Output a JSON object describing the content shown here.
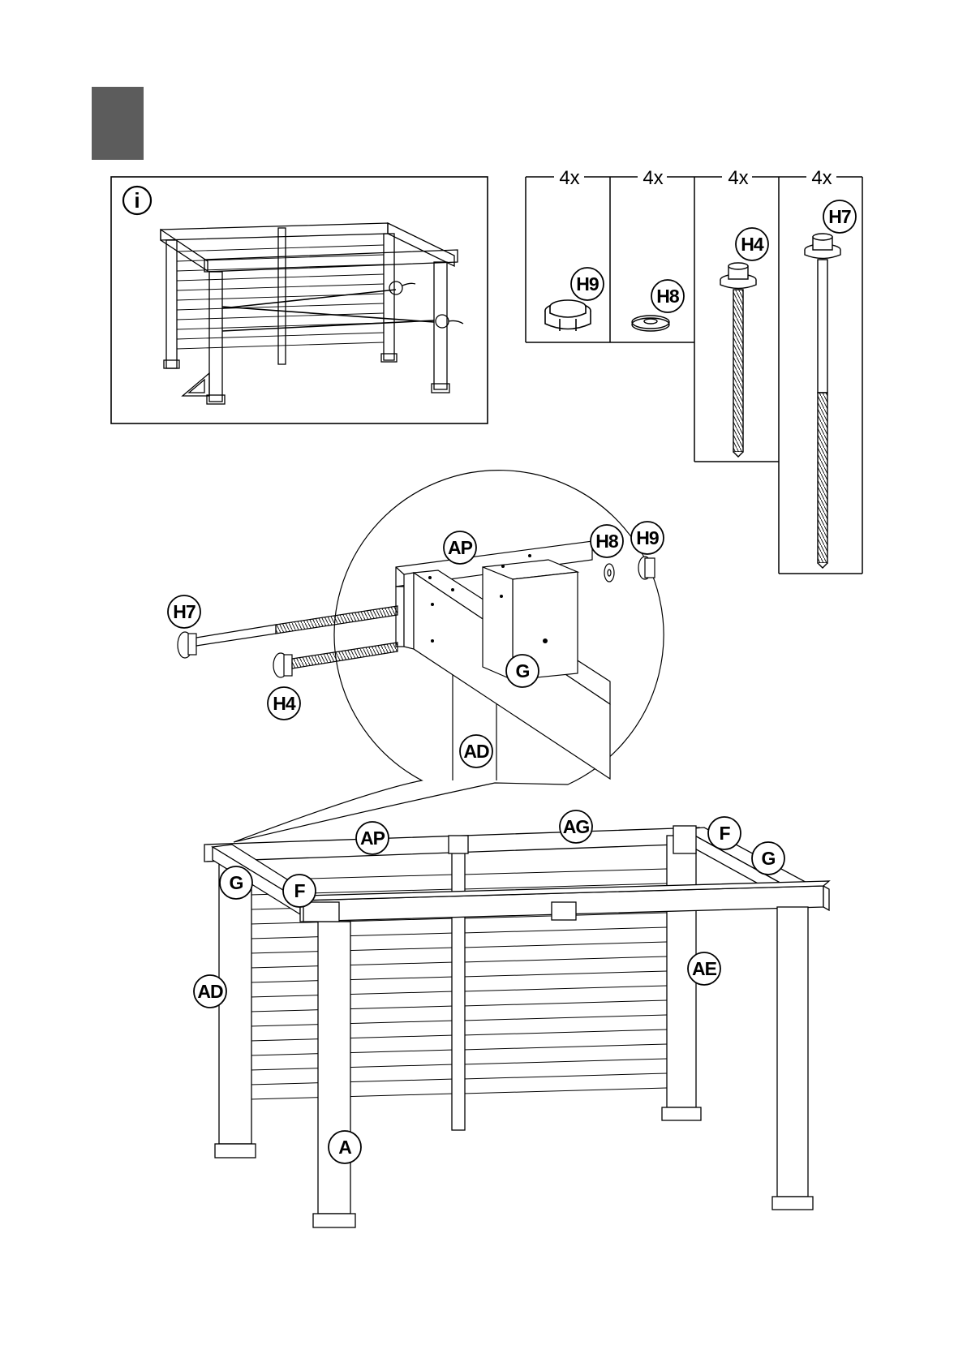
{
  "step_marker": {
    "color": "#5c5c5c"
  },
  "info_panel": {
    "icon": "info-icon",
    "glyph": "i"
  },
  "hardware": [
    {
      "qty": "4x",
      "code": "H9"
    },
    {
      "qty": "4x",
      "code": "H8"
    },
    {
      "qty": "4x",
      "code": "H4"
    },
    {
      "qty": "4x",
      "code": "H7"
    }
  ],
  "detail_callouts": {
    "ap": "AP",
    "h8": "H8",
    "h9": "H9",
    "h7": "H7",
    "h4": "H4",
    "g": "G",
    "ad": "AD"
  },
  "main_callouts": {
    "ap": "AP",
    "ag": "AG",
    "f_right": "F",
    "g_right": "G",
    "g_left": "G",
    "f_left": "F",
    "ad": "AD",
    "ae": "AE",
    "a": "A"
  }
}
